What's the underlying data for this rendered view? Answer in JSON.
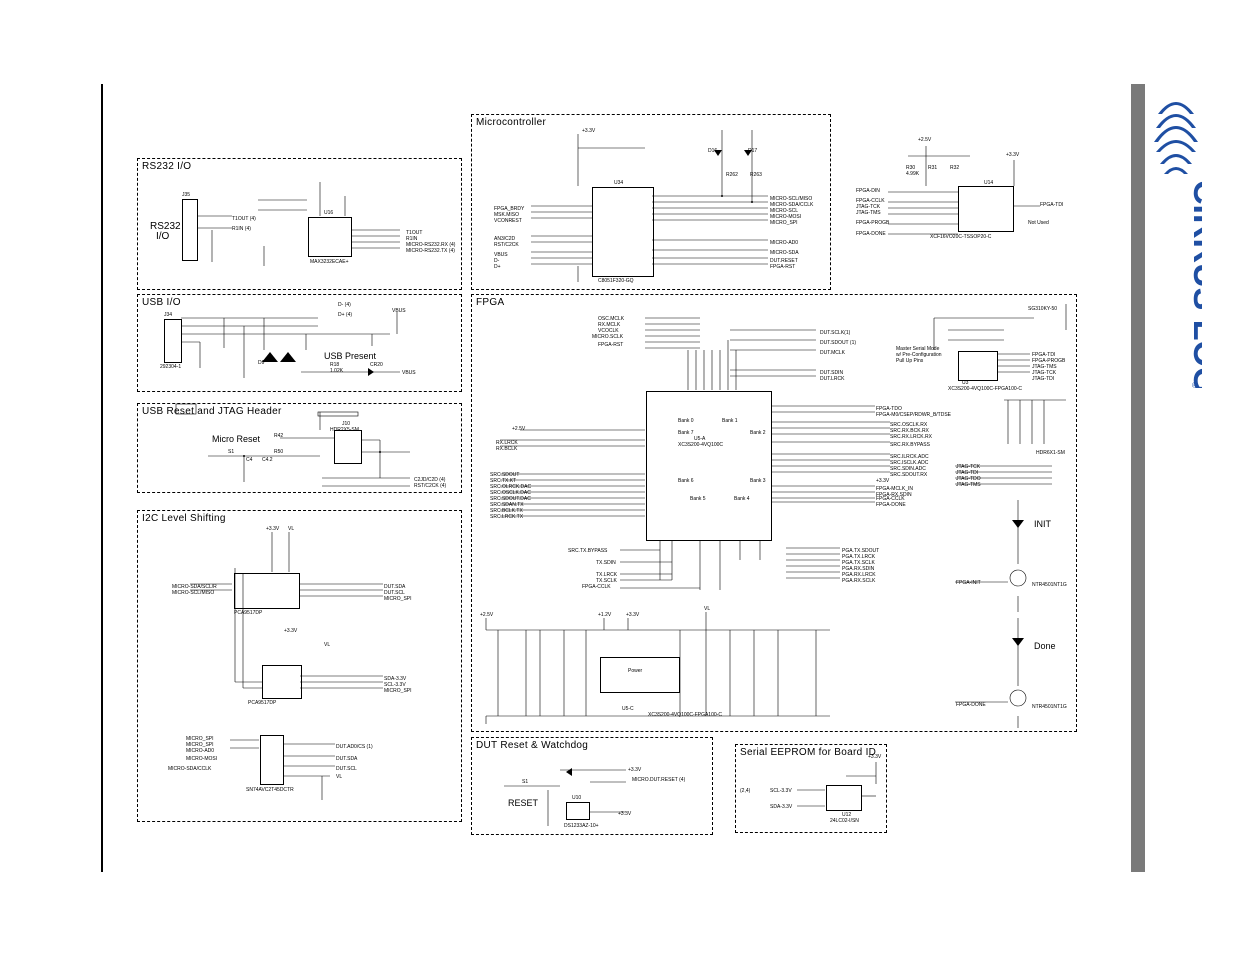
{
  "brand": {
    "name": "CIRRUS LOGIC",
    "mark": "®",
    "color": "#1f4fa3"
  },
  "colors": {
    "line": "#000000",
    "sidebar": "#7a7a7a",
    "logo": "#1f4fa3"
  },
  "blocks": {
    "rs232": {
      "title": "RS232 I/O",
      "center": "RS232",
      "center2": "I/O",
      "j": "J35",
      "u": "U16",
      "part": "MAX3232ECAE+",
      "pins": [
        "T1OUT (4)",
        "R1IN (4)",
        "T1OUT",
        "R1IN"
      ],
      "nets": [
        "MICRO-RS232.RX (4)",
        "MICRO-RS232.TX (4)"
      ]
    },
    "usb": {
      "title": "USB I/O",
      "present": "USB Present",
      "j": "J34",
      "conn": "292304-1",
      "nets": [
        "D- (4)",
        "D+ (4)",
        "VBUS",
        "VBUS"
      ],
      "parts": [
        "D9",
        "CR20",
        "R18",
        "1.02K"
      ]
    },
    "reset": {
      "title": "USB Reset and JTAG Header",
      "micro": "Micro Reset",
      "j": "J10",
      "hdr": "HDR2X5-SM",
      "nets": [
        "C2JD/C2D (4)",
        "RST/C2CK (4)"
      ],
      "parts": [
        "R42",
        "R50",
        "C4",
        "C4.2",
        "S1"
      ]
    },
    "i2c": {
      "title": "I2C Level Shifting",
      "u1": "PCA9517DP",
      "u2": "PCA9517DP",
      "u3": "SN74AVC2T45DCTR",
      "rails": [
        "+3.3V",
        "VL",
        "+3.3V",
        "VL"
      ],
      "left": [
        "MICRO-SDA/SCL/R",
        "MICRO-SCL/MISO"
      ],
      "right1": [
        "DUT.SDA",
        "DUT.SCL",
        "MICRO_SPI"
      ],
      "right2": [
        "SDA-3.3V",
        "SCL-3.3V",
        "MICRO_SPI"
      ],
      "right3": [
        "DUT.AD0/CS (1)",
        "DUT.SDA",
        "DUT.SCL",
        "VL"
      ],
      "left3": [
        "MICRO_SPI",
        "MICRO_SPI",
        "MICRO-AD0",
        "MICRO-MOSI",
        "MICRO-SDA/CCLK"
      ]
    },
    "micro": {
      "title": "Microcontroller",
      "u": "U34",
      "part": "C8051F320-GQ",
      "rail": "+3.3V",
      "left": [
        "FPGA_BRDY",
        "MSK.MISO",
        "VCONREST",
        "AN3/C2D",
        "RST/C2CK",
        "VBUS",
        "D-",
        "D+"
      ],
      "right": [
        "MICRO-SCL/MISO",
        "MICRO-SDA/CCLK",
        "MICRO-SCL",
        "MICRO-MOSI",
        "MICRO_SPI",
        "MICRO-AD0",
        "MICRO-SDA",
        "DUT.RESET",
        "FPGA-RST"
      ],
      "leds": [
        "D16",
        "D17",
        "R262",
        "R263"
      ]
    },
    "config": {
      "title": "",
      "u": "U14",
      "part": "XCF16VO20C-TSSOP20-C",
      "rail": "+2.5V",
      "rail2": "+3.3V",
      "left": [
        "FPGA-DIN",
        "FPGA-CCLK",
        "JTAG-TCK",
        "JTAG-TMS",
        "FPGA-PROGB",
        "FPGA-DONE"
      ],
      "right": [
        "FPGA-TDI",
        "Not Used"
      ],
      "parts": [
        "R30",
        "R31",
        "R32",
        "4.99K"
      ]
    },
    "fpga": {
      "title": "FPGA",
      "u": "U5-A",
      "part": "XC3S200-4VQ100C",
      "banks": [
        "Bank 0",
        "Bank 1",
        "Bank 2",
        "Bank 3",
        "Bank 4",
        "Bank 5",
        "Bank 6",
        "Bank 7"
      ],
      "left1": [
        "OSC.MCLK",
        "RX.MCLK",
        "VCOCLK",
        "MICRO.SCLK",
        "FPGA-RST"
      ],
      "left2": [
        "RX.LRCK",
        "RX.BCLK"
      ],
      "left3": [
        "SRC.SDOUT",
        "SRC.TX.KT",
        "SRC.OLRCK.DAC",
        "SRC.OSCLK.DAC",
        "SRC.SDOUT.DAC",
        "SRC.SDAN.TX",
        "SRC.BCLK.TX",
        "SRC.LRCK.TX"
      ],
      "right1": [
        "DUT.SCLK(1)",
        "DUT.SDOUT (1)",
        "DUT.MCLK",
        "DUT.SDIN",
        "DUT.LRCK"
      ],
      "right2": [
        "FPGA-TDO",
        "FPGA-M0/CSEP/RDWR_B/TDSE",
        "SRC.OSCLK.RX",
        "SRC.RX.BCK.RX",
        "SRC.RX.LRCK.RX",
        "SRC.RX.BYPASS"
      ],
      "right3": [
        "SRC.ILRCK.ADC",
        "SRC.ISCLK.ADC",
        "SRC.SDIN.ADC",
        "SRC.SDOUT.RX"
      ],
      "right4": [
        "FPGA-MCLK_IN",
        "FPGA-RX.SDIN",
        "FPGA-CCLK",
        "FPGA-DONE"
      ],
      "bottom": [
        "PGA.TX.SDOUT",
        "PGA.TX.LRCK",
        "PGA.TX.SCLK",
        "PGA.RX.SDIN",
        "PGA.RX.LRCK",
        "PGA.RX.SCLK"
      ],
      "bleft": [
        "SRC.TX.BYPASS",
        "TX.SDIN",
        "TX.LRCK",
        "TX.SCLK",
        "FPGA-CCLK"
      ],
      "rail": "+2.5V",
      "rail2": "+3.3V"
    },
    "jtag": {
      "u": "U3",
      "part": "XC3S200-4VQ100C-FPGA100-C",
      "osc": "SG310KY-50",
      "nets": [
        "FPGA-TDI",
        "FPGA-PROGB",
        "JTAG-TMS",
        "JTAG-TCK",
        "JTAG-TDI"
      ],
      "note": "Master Serial Mode",
      "note2": "w/ Pre-Configuration",
      "note3": "Pull Up Pins"
    },
    "status": {
      "init": "INIT",
      "done": "Done",
      "q1": "NTR4501NT1G",
      "q2": "NTR4501NT1G",
      "nets": [
        "FPGA-INIT",
        "FPGA-DONE"
      ],
      "hdr": "HDR6X1-SM",
      "jtag": [
        "JTAG-TCK",
        "JTAG-TDI",
        "JTAG-TDO",
        "JTAG-TMS"
      ]
    },
    "power": {
      "title": "Power",
      "u": "U5-C",
      "part": "XC3S200-4VQ100C-FPGA100-C",
      "rails": [
        "+2.5V",
        "+1.2V",
        "+3.3V",
        "VL"
      ]
    },
    "dut": {
      "title": "DUT Reset & Watchdog",
      "btn": "RESET",
      "s": "S1",
      "u": "U10",
      "part": "DS1233AZ-10+",
      "nets": [
        "MICRO.DUT.RESET (4)",
        "+3.3V",
        "+3.3V"
      ]
    },
    "eeprom": {
      "title": "Serial EEPROM for Board ID",
      "u": "U12",
      "part": "24LC02-I/SN",
      "nets": [
        "SCL-3.3V",
        "SDA-3.3V"
      ],
      "rail": "+3.3V",
      "sheet": "(2,4)"
    }
  }
}
